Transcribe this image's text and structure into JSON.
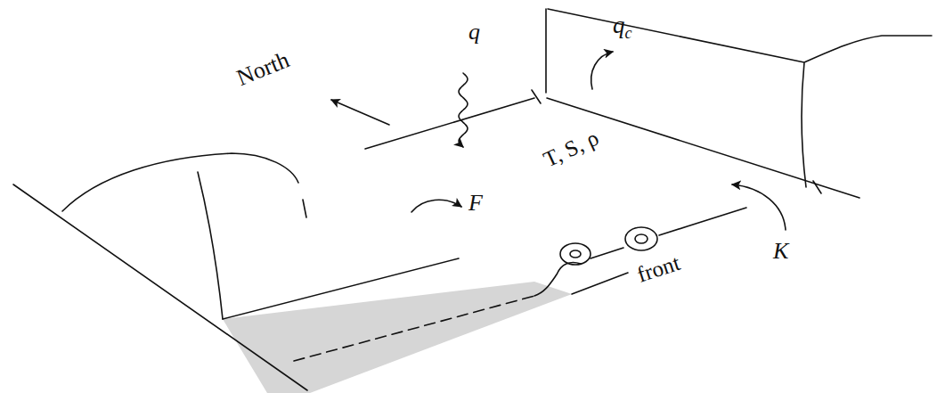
{
  "diagram": {
    "labels": [
      "North",
      "q",
      "qc",
      "T, S, ρ",
      "F",
      "front",
      "K"
    ]
  }
}
